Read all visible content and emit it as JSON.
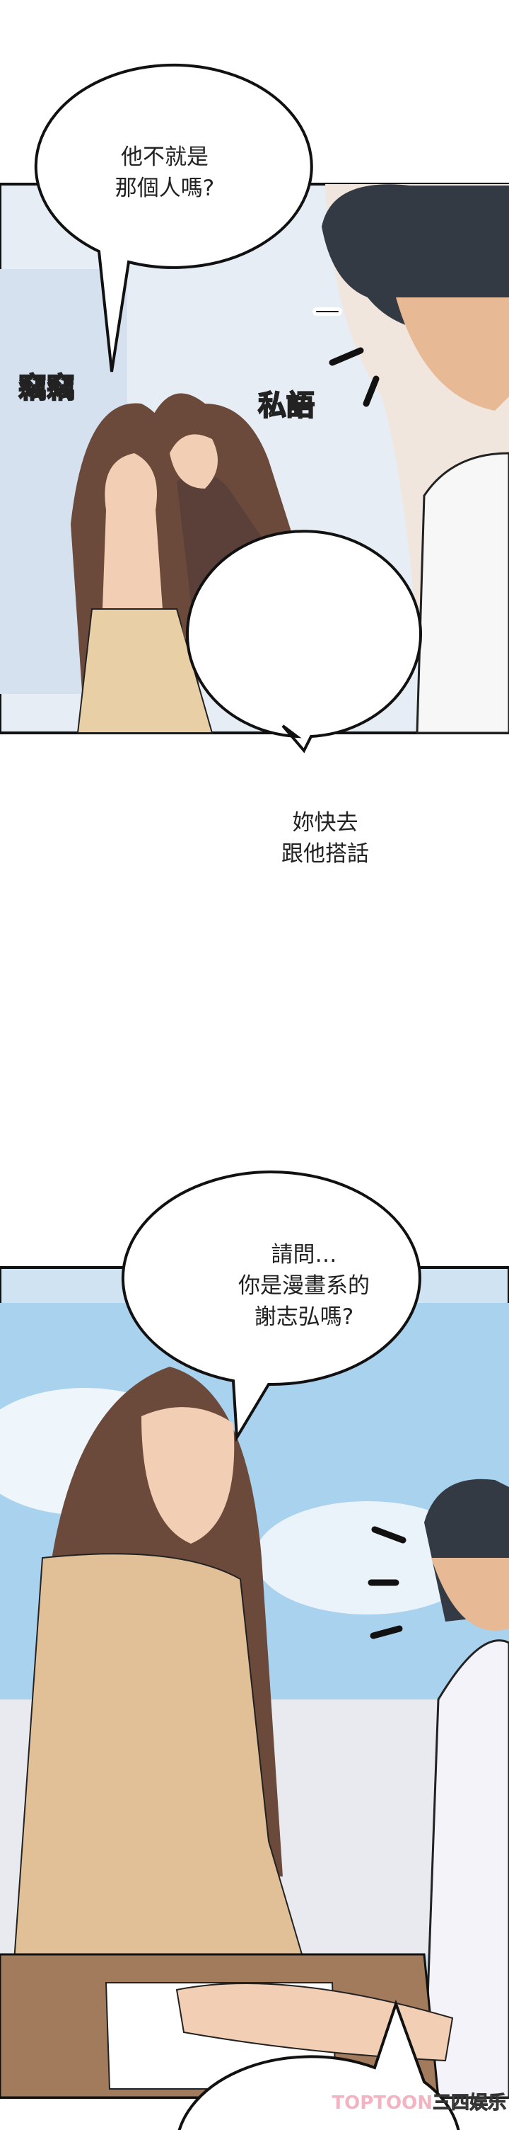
{
  "bubbles": [
    {
      "text": "他不就是\n那個人嗎?"
    },
    {
      "text": "妳快去\n跟他搭話"
    },
    {
      "text": "請問…\n你是漫畫系的\n謝志弘嗎?"
    }
  ],
  "sfx": [
    "竊竊",
    "私語"
  ],
  "watermark": {
    "brand": "TOPTOON",
    "site": "三四娱乐"
  },
  "colors": {
    "sky": "#dce6f1",
    "hair": "#6b4a3c",
    "desk": "#a27a5c",
    "dress": "#e8cfa5"
  }
}
